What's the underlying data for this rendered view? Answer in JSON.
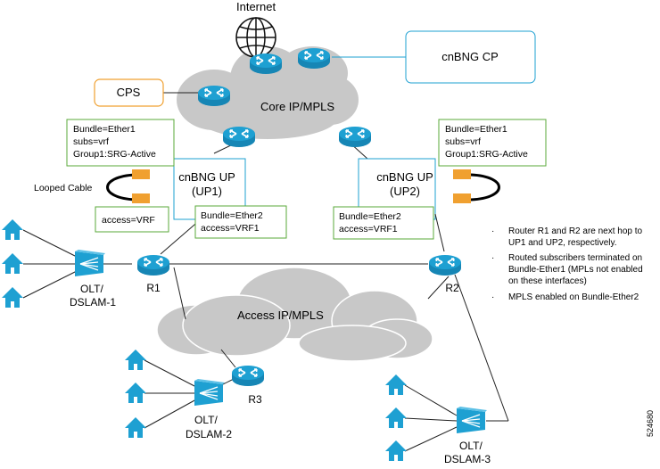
{
  "colors": {
    "router_blue": "#1ea0d2",
    "cloud_grey": "#c8c8c8",
    "box_green": "#5aa83a",
    "cps_orange": "#f0a030",
    "port_orange": "#f0a030"
  },
  "labels": {
    "internet": "Internet",
    "cnbng_cp": "cnBNG CP",
    "cps": "CPS",
    "core_cloud": "Core IP/MPLS",
    "access_cloud": "Access IP/MPLS",
    "looped_cable": "Looped Cable",
    "up1_line1": "cnBNG UP",
    "up1_line2": "(UP1)",
    "up2_line1": "cnBNG UP",
    "up2_line2": "(UP2)",
    "r1": "R1",
    "r2": "R2",
    "r3": "R3",
    "olt1_line1": "OLT/",
    "olt1_line2": "DSLAM-1",
    "olt2_line1": "OLT/",
    "olt2_line2": "DSLAM-2",
    "olt3_line1": "OLT/",
    "olt3_line2": "DSLAM-3",
    "figure_id": "524680"
  },
  "config_boxes": {
    "up1_top": [
      "Bundle=Ether1",
      "subs=vrf",
      "Group1:SRG-Active"
    ],
    "up2_top": [
      "Bundle=Ether1",
      "subs=vrf",
      "Group1:SRG-Active"
    ],
    "up1_access": "access=VRF",
    "up1_bundle2": [
      "Bundle=Ether2",
      "access=VRF1"
    ],
    "up2_bundle2": [
      "Bundle=Ether2",
      "access=VRF1"
    ]
  },
  "notes": [
    [
      "Router R1 and R2 are next hop to",
      "UP1 and UP2, respectively."
    ],
    [
      "Routed subscribers terminated on",
      "Bundle-Ether1 (MPLs not enabled",
      "on these interfaces)"
    ],
    [
      "MPLS enabled on Bundle-Ether2"
    ]
  ],
  "icons": [
    "globe-icon",
    "router-icon",
    "olt-icon",
    "home-icon"
  ]
}
